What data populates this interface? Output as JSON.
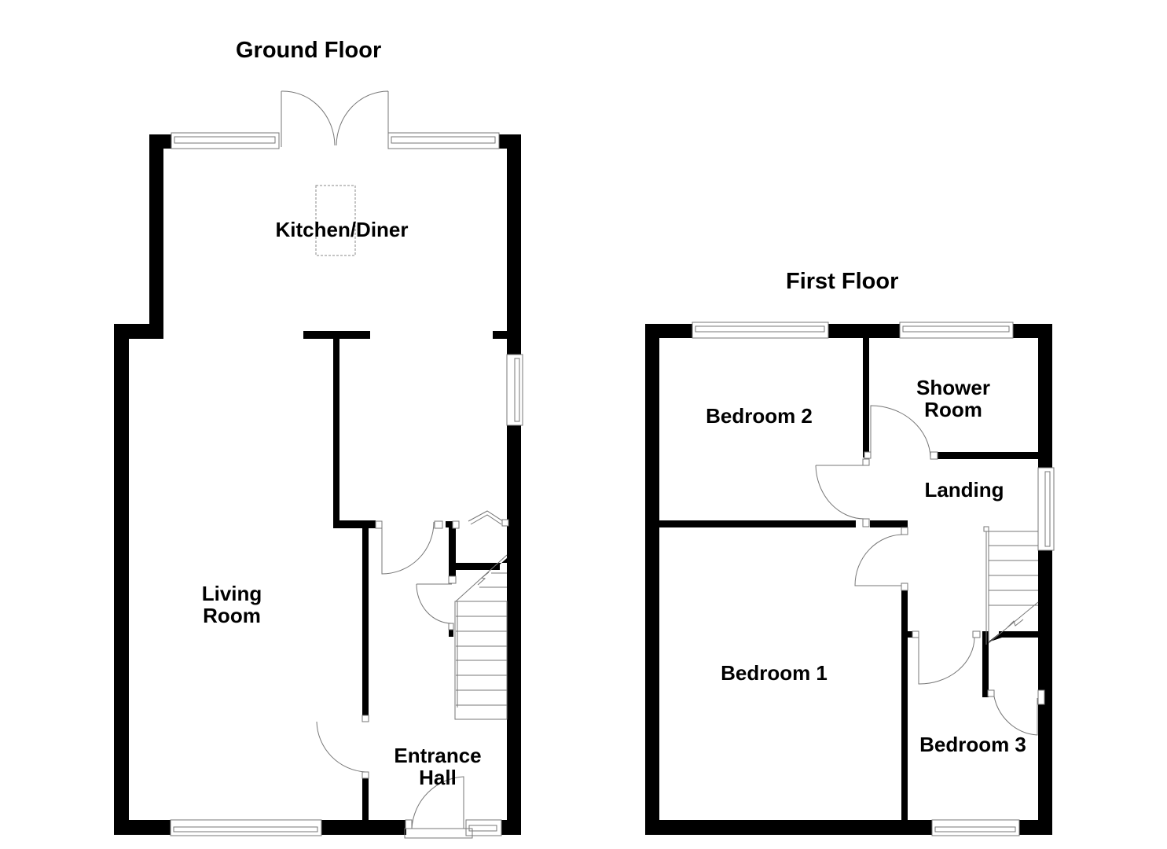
{
  "floors": [
    {
      "title": "Ground Floor",
      "rooms": [
        {
          "label": "Kitchen/Diner"
        },
        {
          "label": "Living\nRoom"
        },
        {
          "label": "Entrance\nHall"
        }
      ]
    },
    {
      "title": "First Floor",
      "rooms": [
        {
          "label": "Bedroom 2"
        },
        {
          "label": "Shower\nRoom"
        },
        {
          "label": "Landing"
        },
        {
          "label": "Bedroom 1"
        },
        {
          "label": "Bedroom 3"
        }
      ]
    }
  ],
  "colors": {
    "wall": "#000000",
    "fixture_line": "#777777",
    "background": "#ffffff"
  }
}
